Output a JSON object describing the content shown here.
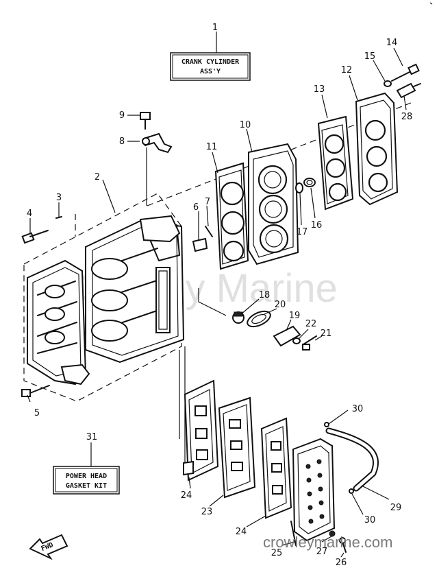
{
  "diagram": {
    "callouts": [
      "1",
      "2",
      "3",
      "4",
      "5",
      "6",
      "7",
      "8",
      "9",
      "10",
      "11",
      "12",
      "13",
      "14",
      "15",
      "16",
      "17",
      "18",
      "19",
      "20",
      "21",
      "22",
      "23",
      "24",
      "24",
      "25",
      "26",
      "27",
      "28",
      "29",
      "30",
      "30",
      "31"
    ],
    "label_box_1": [
      "CRANK CYLINDER",
      "ASS'Y"
    ],
    "label_box_31": [
      "POWER HEAD",
      "GASKET KIT"
    ],
    "fwd_arrow": "FWD",
    "watermark": "Crowley Marine",
    "site": "crowleymarine.com"
  }
}
